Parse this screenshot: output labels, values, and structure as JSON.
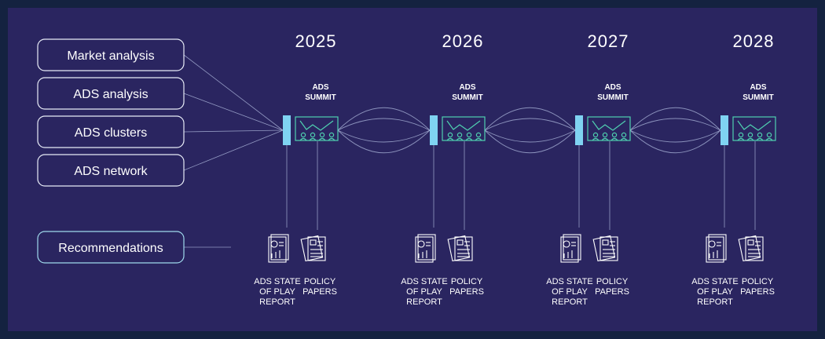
{
  "inputs": [
    "Market analysis",
    "ADS analysis",
    "ADS clusters",
    "ADS network"
  ],
  "recommendations": "Recommendations",
  "columns": [
    {
      "year": "2025",
      "summit": [
        "ADS",
        "SUMMIT"
      ],
      "report": [
        "ADS STATE",
        "OF PLAY",
        "REPORT"
      ],
      "papers": [
        "POLICY",
        "PAPERS"
      ]
    },
    {
      "year": "2026",
      "summit": [
        "ADS",
        "SUMMIT"
      ],
      "report": [
        "ADS STATE",
        "OF PLAY",
        "REPORT"
      ],
      "papers": [
        "POLICY",
        "PAPERS"
      ]
    },
    {
      "year": "2027",
      "summit": [
        "ADS",
        "SUMMIT"
      ],
      "report": [
        "ADS STATE",
        "OF PLAY",
        "REPORT"
      ],
      "papers": [
        "POLICY",
        "PAPERS"
      ]
    },
    {
      "year": "2028",
      "summit": [
        "ADS",
        "SUMMIT"
      ],
      "report": [
        "ADS STATE",
        "OF PLAY",
        "REPORT"
      ],
      "papers": [
        "POLICY",
        "PAPERS"
      ]
    }
  ],
  "colors": {
    "background": "#2a2560",
    "accent_bar": "#7fd3f2",
    "summit_icon": "#4fd0b0",
    "outer": "#142240"
  },
  "icons": {
    "summit": "meeting-board-icon",
    "report": "report-chart-icon",
    "papers": "policy-papers-icon"
  }
}
